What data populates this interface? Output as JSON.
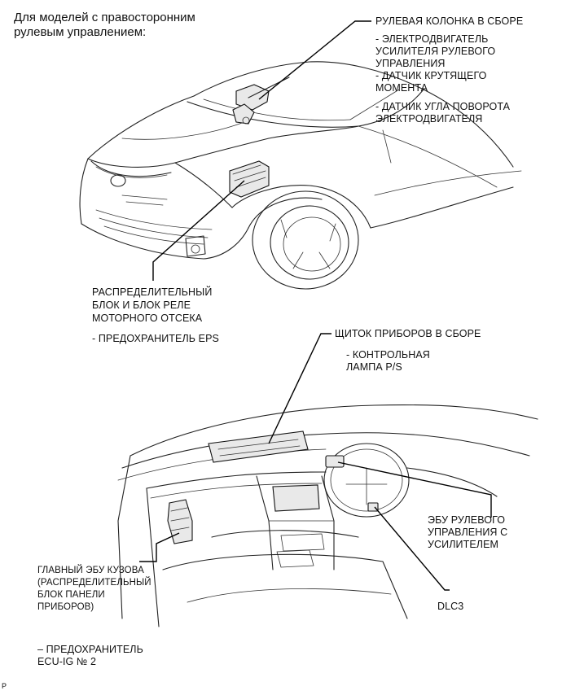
{
  "heading": {
    "line1": "Для моделей с правосторонним",
    "line2": "рулевым управлением:"
  },
  "labels": {
    "steering_column": {
      "title": "РУЛЕВАЯ КОЛОНКА В СБОРЕ",
      "item1_l1": "- ЭЛЕКТРОДВИГАТЕЛЬ",
      "item1_l2": "УСИЛИТЕЛЯ РУЛЕВОГО",
      "item1_l3": "УПРАВЛЕНИЯ",
      "item2_l1": "- ДАТЧИК КРУТЯЩЕГО",
      "item2_l2": "МОМЕНТА",
      "item3_l1": "- ДАТЧИК УГЛА ПОВОРОТА",
      "item3_l2": "ЭЛЕКТРОДВИГАТЕЛЯ"
    },
    "engine_relay_block": {
      "l1": "РАСПРЕДЕЛИТЕЛЬНЫЙ",
      "l2": "БЛОК И БЛОК РЕЛЕ",
      "l3": "МОТОРНОГО ОТСЕКА",
      "item": "- ПРЕДОХРАНИТЕЛЬ EPS"
    },
    "combination_meter": {
      "title": "ЩИТОК ПРИБОРОВ В СБОРЕ",
      "item_l1": "- КОНТРОЛЬНАЯ",
      "item_l2": "ЛАМПА P/S"
    },
    "eps_ecu": {
      "l1": "ЭБУ РУЛЕВОГО",
      "l2": "УПРАВЛЕНИЯ С",
      "l3": "УСИЛИТЕЛЕМ"
    },
    "dlc3": "DLC3",
    "main_body_ecu": {
      "l1": "ГЛАВНЫЙ ЭБУ КУЗОВА",
      "l2": "(РАСПРЕДЕЛИТЕЛЬНЫЙ",
      "l3": "БЛОК ПАНЕЛИ",
      "l4": "ПРИБОРОВ)"
    },
    "ecu_ig_fuse": {
      "l1": "– ПРЕДОХРАНИТЕЛЬ",
      "l2": "ECU-IG № 2"
    }
  },
  "corner_mark": "P"
}
